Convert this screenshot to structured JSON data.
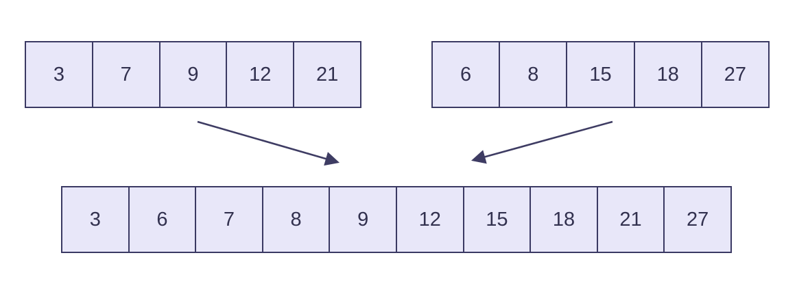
{
  "diagram": {
    "description": "Merging two sorted arrays into one sorted array",
    "colors": {
      "background": "#ffffff",
      "cell_fill": "#e8e7f9",
      "cell_border": "#3a3963",
      "text": "#32314f",
      "arrow": "#3e3c63"
    },
    "arrays": {
      "top_left": {
        "cells": [
          "3",
          "7",
          "9",
          "12",
          "21"
        ]
      },
      "top_right": {
        "cells": [
          "6",
          "8",
          "15",
          "18",
          "27"
        ]
      },
      "merged": {
        "cells": [
          "3",
          "6",
          "7",
          "8",
          "9",
          "12",
          "15",
          "18",
          "21",
          "27"
        ]
      }
    }
  }
}
